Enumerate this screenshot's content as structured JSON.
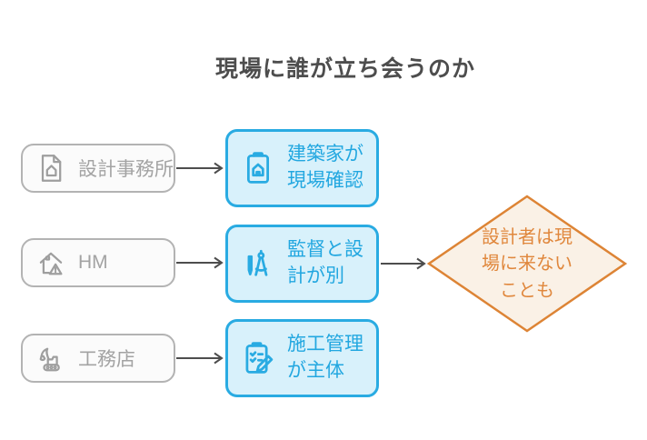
{
  "title": "現場に誰が立ち会うのか",
  "sources": [
    {
      "label": "設計事務所",
      "icon": "document-house-icon"
    },
    {
      "label": "HM",
      "icon": "house-alert-icon"
    },
    {
      "label": "工務店",
      "icon": "excavator-icon"
    }
  ],
  "processes": [
    {
      "label": "建築家が現場確認",
      "icon": "clipboard-house-icon"
    },
    {
      "label": "監督と設計が別",
      "icon": "drafting-compass-icon"
    },
    {
      "label": "施工管理が主体",
      "icon": "clipboard-pencil-icon"
    }
  ],
  "result": {
    "label": "設計者は現場に来ないことも"
  },
  "colors": {
    "title_text": "#4d4d4d",
    "arrow": "#4d4d4d",
    "source_border": "#b3b3b3",
    "source_fill": "#fbfbfb",
    "source_text": "#a3a3a3",
    "process_border": "#29abe2",
    "process_fill": "#d8f1fb",
    "process_text": "#22a7e0",
    "result_border": "#dd8435",
    "result_fill": "#faf1e6",
    "result_text": "#e0873c"
  }
}
